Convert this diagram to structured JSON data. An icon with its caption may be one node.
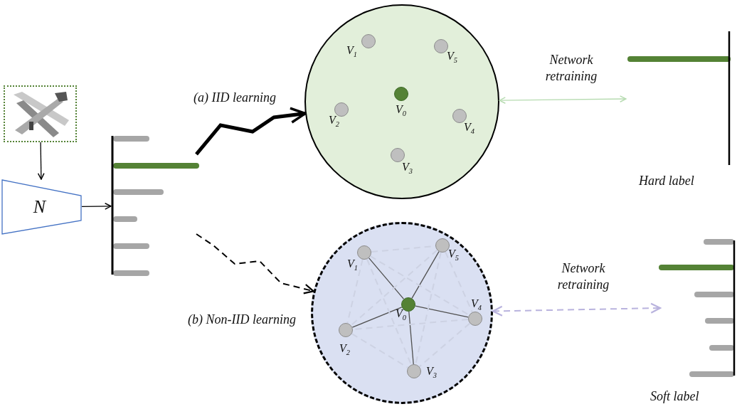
{
  "diagram": {
    "nodes": [
      {
        "text": [],
        "shape": "picture"
      },
      {
        "text": [
          "N"
        ]
      },
      {
        "text": [],
        "shape": "bar"
      },
      {
        "text": [],
        "shape": "circle"
      },
      {
        "text": [],
        "shape": "circle",
        "in": 3,
        "beside": [
          "V$_{1}$"
        ]
      },
      {
        "text": [],
        "shape": "circle",
        "in": 3,
        "beside": [
          "V$_{5}$"
        ]
      },
      {
        "text": [],
        "shape": "circle",
        "in": 3,
        "beside": [
          "V$_{0}$"
        ]
      },
      {
        "text": [],
        "shape": "circle",
        "in": 3,
        "beside": [
          "V$_{2}$"
        ]
      },
      {
        "text": [],
        "shape": "circle",
        "in": 3,
        "beside": [
          "V$_{4}$"
        ]
      },
      {
        "text": [],
        "shape": "circle",
        "in": 3,
        "beside": [
          "V$_{3}$"
        ]
      },
      {
        "text": [],
        "shape": "bar",
        "beside": [
          "Hard label"
        ]
      },
      {
        "text": [],
        "shape": "circle"
      },
      {
        "text": [],
        "shape": "circle",
        "in": 11,
        "beside": [
          "V$_{1}$"
        ]
      },
      {
        "text": [],
        "shape": "circle",
        "in": 11,
        "beside": [
          "V$_{5}$"
        ]
      },
      {
        "text": [],
        "shape": "circle",
        "in": 11,
        "beside": [
          "V$_{0}$"
        ]
      },
      {
        "text": [],
        "shape": "circle",
        "in": 11,
        "beside": [
          "V$_{4}$"
        ]
      },
      {
        "text": [],
        "shape": "circle",
        "in": 11,
        "beside": [
          "V$_{2}$"
        ]
      },
      {
        "text": [],
        "shape": "circle",
        "in": 11,
        "beside": [
          "V$_{3}$"
        ]
      },
      {
        "text": [],
        "shape": "bar",
        "beside": [
          "Soft label"
        ]
      }
    ],
    "edges": [
      {
        "from": 0,
        "to": 1,
        "arrow": "to",
        "color": "#000000"
      },
      {
        "from": 1,
        "to": 2,
        "arrow": "to",
        "color": "#000000"
      },
      {
        "from": 2,
        "to": 3,
        "arrow": "to",
        "label": "(a)  IID learning",
        "style": "thick",
        "color": "#000000"
      },
      {
        "from": 3,
        "to": 10,
        "arrow": "both",
        "label": "Network retraining",
        "color": "#b6dbb0"
      },
      {
        "from": 2,
        "to": 11,
        "arrow": "to",
        "label": "(b)  Non-IID learning",
        "style": "dashed",
        "color": "#000000"
      },
      {
        "from": 11,
        "to": 18,
        "arrow": "both",
        "label": "Network retraining",
        "style": "dashed",
        "color": "#b9b3de"
      },
      {
        "from": 14,
        "to": 12,
        "arrow": "none",
        "color": "#505050"
      },
      {
        "from": 14,
        "to": 13,
        "arrow": "none",
        "color": "#505050"
      },
      {
        "from": 14,
        "to": 15,
        "arrow": "none",
        "color": "#505050"
      },
      {
        "from": 14,
        "to": 16,
        "arrow": "none",
        "color": "#505050"
      },
      {
        "from": 14,
        "to": 17,
        "arrow": "none",
        "color": "#505050"
      },
      {
        "from": 12,
        "to": 13,
        "arrow": "none",
        "style": "dashed",
        "color": "#cdd2e3"
      },
      {
        "from": 12,
        "to": 15,
        "arrow": "none",
        "style": "dashed",
        "color": "#cdd2e3"
      },
      {
        "from": 12,
        "to": 16,
        "arrow": "none",
        "style": "dashed",
        "color": "#cdd2e3"
      },
      {
        "from": 12,
        "to": 17,
        "arrow": "none",
        "style": "dashed",
        "color": "#cdd2e3"
      },
      {
        "from": 13,
        "to": 15,
        "arrow": "none",
        "style": "dashed",
        "color": "#cdd2e3"
      },
      {
        "from": 13,
        "to": 16,
        "arrow": "none",
        "style": "dashed",
        "color": "#cdd2e3"
      },
      {
        "from": 13,
        "to": 17,
        "arrow": "none",
        "style": "dashed",
        "color": "#cdd2e3"
      },
      {
        "from": 15,
        "to": 16,
        "arrow": "none",
        "style": "dashed",
        "color": "#cdd2e3"
      },
      {
        "from": 15,
        "to": 17,
        "arrow": "none",
        "style": "dashed",
        "color": "#cdd2e3"
      },
      {
        "from": 16,
        "to": 17,
        "arrow": "none",
        "style": "dashed",
        "color": "#cdd2e3"
      }
    ]
  }
}
